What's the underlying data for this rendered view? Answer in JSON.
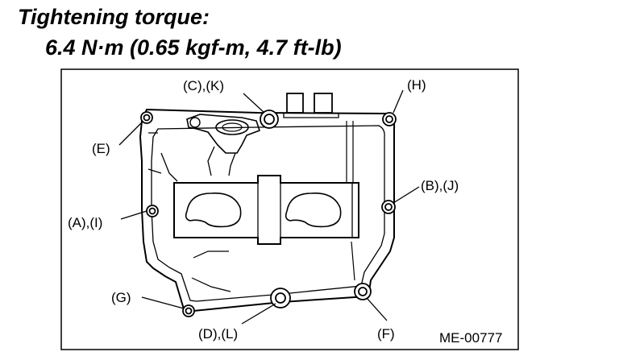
{
  "heading": {
    "line1": "Tightening torque:",
    "line2": "6.4 N·m (0.65 kgf-m, 4.7 ft-lb)"
  },
  "labels": {
    "ck": "(C),(K)",
    "h": "(H)",
    "e": "(E)",
    "bj": "(B),(J)",
    "ai": "(A),(I)",
    "g": "(G)",
    "dl": "(D),(L)",
    "f": "(F)"
  },
  "figure_code": "ME-00777"
}
